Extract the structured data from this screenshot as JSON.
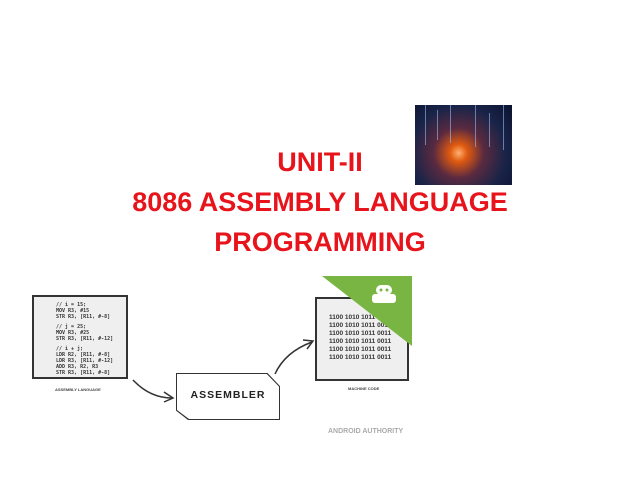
{
  "title": {
    "line1": "UNIT-II",
    "line2": "8086 ASSEMBLY LANGUAGE",
    "line3": "PROGRAMMING"
  },
  "colors": {
    "title": "#e8141b",
    "android_green": "#79b543"
  },
  "diagram": {
    "assembly_code": [
      "// i = 15;",
      "MOV R3, #15",
      "STR R3, [R11, #-8]",
      "",
      "// j = 25;",
      "MOV R3, #25",
      "STR R3, [R11, #-12]",
      "",
      "// i + j;",
      "LDR R2, [R11, #-8]",
      "LDR R3, [R11, #-12]",
      "ADD R3, R2, R3",
      "STR R3, [R11, #-8]"
    ],
    "assembly_label": "ASSEMBLY LANGUAGE",
    "assembler_label": "ASSEMBLER",
    "machine_code": [
      "1100 1010 1011 0011",
      "1100 1010 1011 0011",
      "1100 1010 1011 0011",
      "1100 1010 1011 0011",
      "1100 1010 1011 0011",
      "1100 1010 1011 0011"
    ],
    "machine_label": "MACHINE CODE",
    "watermark": "ANDROID AUTHORITY",
    "logo_icon": "android-robot-icon"
  }
}
